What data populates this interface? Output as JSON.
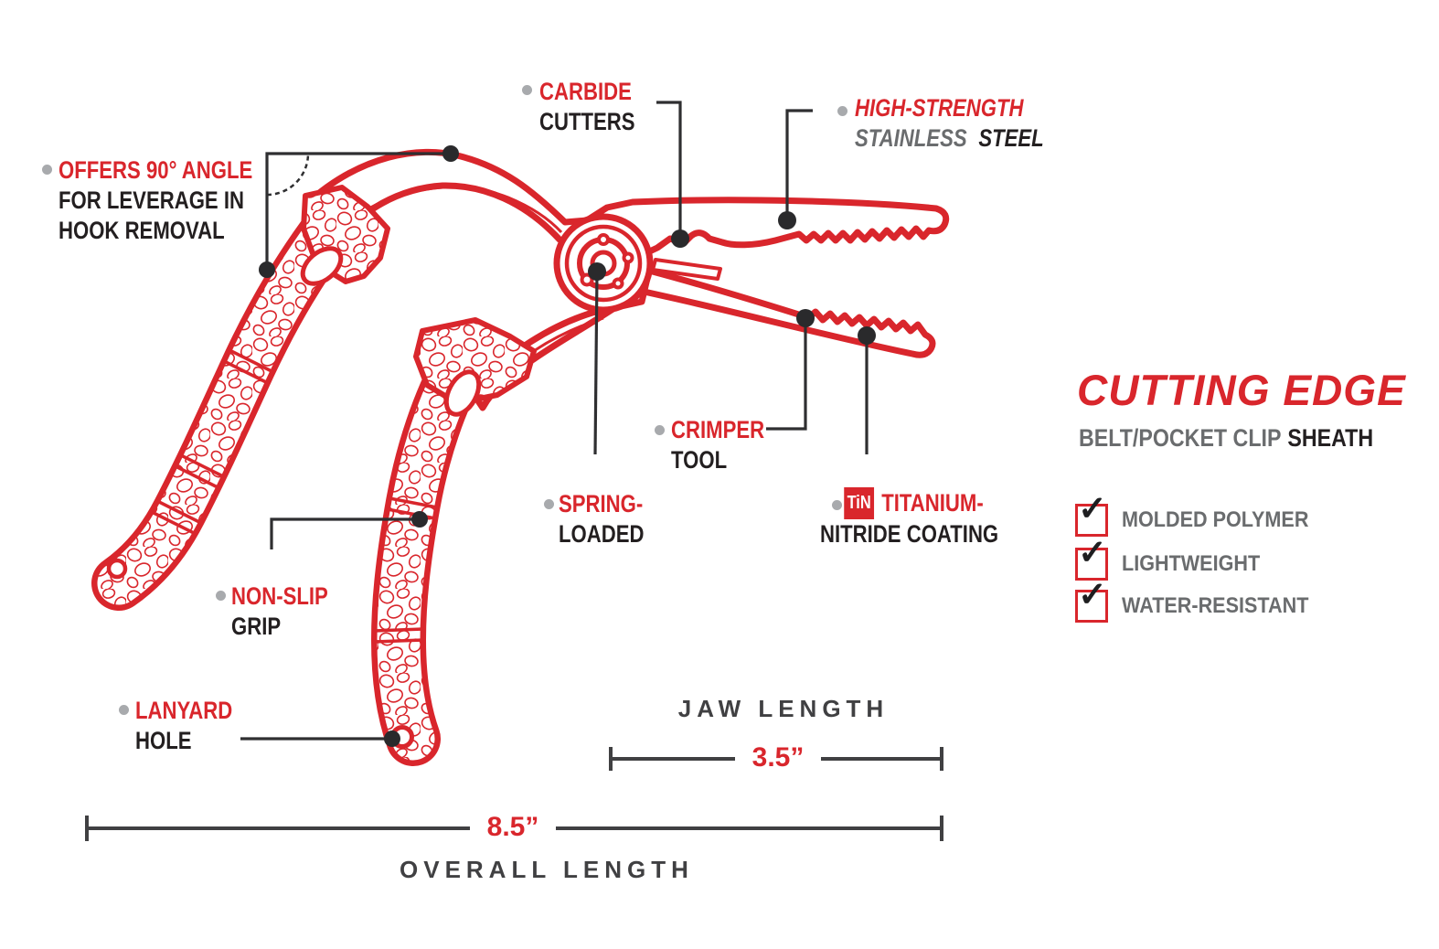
{
  "illustration": {
    "subject": "fishing pliers technical line drawing",
    "colors": {
      "red": "#D9262C",
      "dark_text": "#231F20",
      "gray_text": "#6A6C6E",
      "bullet_gray": "#A8AAAD",
      "callout_line": "#2F2F31",
      "dimension_line": "#404042",
      "badge_text": "#FFFFFF"
    }
  },
  "callouts": {
    "angle": {
      "line1": "OFFERS 90° ANGLE",
      "line2": "FOR LEVERAGE IN",
      "line3": "HOOK REMOVAL"
    },
    "carbide": {
      "line1": "CARBIDE",
      "line2": "CUTTERS"
    },
    "high_strength": {
      "line1": "HIGH-STRENGTH",
      "line2a": "STAINLESS",
      "line2b": "STEEL"
    },
    "crimper": {
      "line1": "CRIMPER",
      "line2": "TOOL"
    },
    "spring": {
      "line1": "SPRING-",
      "line2": "LOADED"
    },
    "tin": {
      "badge": "TiN",
      "line1": "TITANIUM-",
      "line2": "NITRIDE COATING"
    },
    "non_slip": {
      "line1": "NON-SLIP",
      "line2": "GRIP"
    },
    "lanyard": {
      "line1": "LANYARD",
      "line2": "HOLE"
    }
  },
  "side_panel": {
    "title": "CUTTING EDGE",
    "subtitle_gray": "BELT/POCKET CLIP",
    "subtitle_dark": "SHEATH",
    "features": [
      {
        "label": "MOLDED POLYMER",
        "checked": true,
        "checkmark": "✓"
      },
      {
        "label": "LIGHTWEIGHT",
        "checked": true,
        "checkmark": "✓"
      },
      {
        "label": "WATER-RESISTANT",
        "checked": true,
        "checkmark": "✓"
      }
    ]
  },
  "dimensions": {
    "jaw": {
      "label": "JAW LENGTH",
      "value": "3.5”"
    },
    "overall": {
      "label": "OVERALL LENGTH",
      "value": "8.5”"
    }
  }
}
